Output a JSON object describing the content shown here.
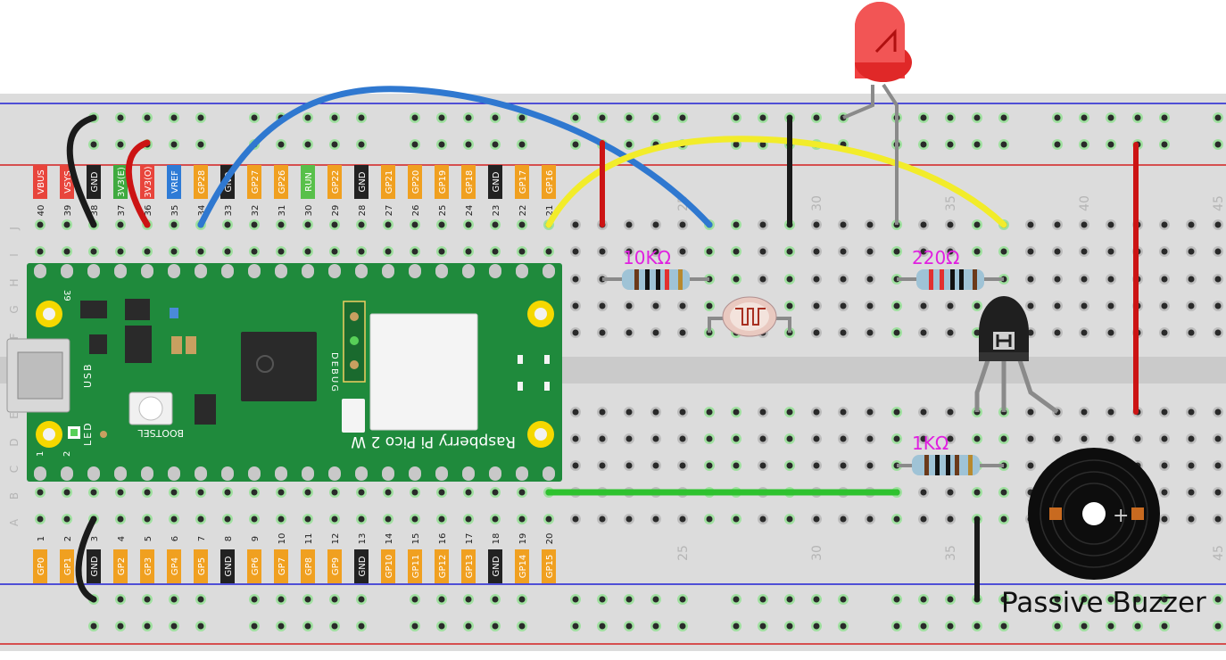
{
  "board": {
    "name": "Raspberry Pi Pico 2 W",
    "usb_label": "USB",
    "led_label": "LED",
    "bootsel_label": "BOOTSEL",
    "debug_label": "DEBUG",
    "pin_39": "39",
    "pin_1": "1",
    "pin_2": "2"
  },
  "breadboard": {
    "row_letters_top": [
      "J",
      "I",
      "H",
      "G",
      "F"
    ],
    "row_letters_bottom": [
      "E",
      "D",
      "C",
      "B",
      "A"
    ],
    "top_numbers": [
      "40",
      "39",
      "38",
      "37",
      "36",
      "35",
      "34",
      "33",
      "32",
      "31",
      "30",
      "29",
      "28",
      "27",
      "26",
      "25",
      "24",
      "23",
      "22",
      "21"
    ],
    "bottom_numbers": [
      "1",
      "2",
      "3",
      "4",
      "5",
      "6",
      "7",
      "8",
      "9",
      "10",
      "11",
      "12",
      "13",
      "14",
      "15",
      "16",
      "17",
      "18",
      "19",
      "20"
    ],
    "top_markers": [
      "25",
      "30",
      "35",
      "40",
      "45"
    ],
    "bottom_markers": [
      "25",
      "30",
      "35",
      "40",
      "45"
    ]
  },
  "top_pins": [
    {
      "label": "VBUS",
      "color": "#e8453c"
    },
    {
      "label": "VSYS",
      "color": "#e8453c"
    },
    {
      "label": "GND",
      "color": "#222222"
    },
    {
      "label": "3V3(E)",
      "color": "#3faa3f"
    },
    {
      "label": "3V3(O)",
      "color": "#e8453c"
    },
    {
      "label": "VREF",
      "color": "#2e7bd6"
    },
    {
      "label": "GP28",
      "color": "#f0a020"
    },
    {
      "label": "GND",
      "color": "#222222"
    },
    {
      "label": "GP27",
      "color": "#f0a020"
    },
    {
      "label": "GP26",
      "color": "#f0a020"
    },
    {
      "label": "RUN",
      "color": "#58c04a"
    },
    {
      "label": "GP22",
      "color": "#f0a020"
    },
    {
      "label": "GND",
      "color": "#222222"
    },
    {
      "label": "GP21",
      "color": "#f0a020"
    },
    {
      "label": "GP20",
      "color": "#f0a020"
    },
    {
      "label": "GP19",
      "color": "#f0a020"
    },
    {
      "label": "GP18",
      "color": "#f0a020"
    },
    {
      "label": "GND",
      "color": "#222222"
    },
    {
      "label": "GP17",
      "color": "#f0a020"
    },
    {
      "label": "GP16",
      "color": "#f0a020"
    }
  ],
  "bottom_pins": [
    {
      "label": "GP0",
      "color": "#f0a020"
    },
    {
      "label": "GP1",
      "color": "#f0a020"
    },
    {
      "label": "GND",
      "color": "#222222"
    },
    {
      "label": "GP2",
      "color": "#f0a020"
    },
    {
      "label": "GP3",
      "color": "#f0a020"
    },
    {
      "label": "GP4",
      "color": "#f0a020"
    },
    {
      "label": "GP5",
      "color": "#f0a020"
    },
    {
      "label": "GND",
      "color": "#222222"
    },
    {
      "label": "GP6",
      "color": "#f0a020"
    },
    {
      "label": "GP7",
      "color": "#f0a020"
    },
    {
      "label": "GP8",
      "color": "#f0a020"
    },
    {
      "label": "GP9",
      "color": "#f0a020"
    },
    {
      "label": "GND",
      "color": "#222222"
    },
    {
      "label": "GP10",
      "color": "#f0a020"
    },
    {
      "label": "GP11",
      "color": "#f0a020"
    },
    {
      "label": "GP12",
      "color": "#f0a020"
    },
    {
      "label": "GP13",
      "color": "#f0a020"
    },
    {
      "label": "GND",
      "color": "#222222"
    },
    {
      "label": "GP14",
      "color": "#f0a020"
    },
    {
      "label": "GP15",
      "color": "#f0a020"
    }
  ],
  "components": {
    "resistor_10k": "10KΩ",
    "resistor_220": "220Ω",
    "resistor_1k": "1KΩ",
    "buzzer": "Passive Buzzer",
    "buzzer_plus": "+"
  },
  "colors": {
    "wire_blue": "#2f78d0",
    "wire_yellow": "#f2ec2a",
    "wire_green": "#2ec22e",
    "wire_red": "#cc1414",
    "wire_black": "#1a1a1a",
    "board_green": "#1f8a3c",
    "breadboard": "#dcdcdc",
    "rail_red": "#d42020",
    "rail_blue": "#2020d4"
  }
}
